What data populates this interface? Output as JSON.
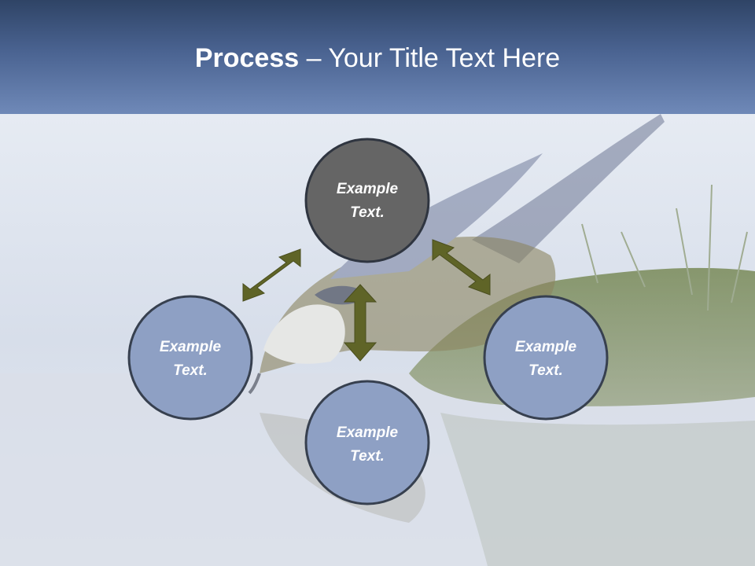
{
  "title": {
    "bold": "Process",
    "rest": " – Your Title Text Here"
  },
  "nodes": {
    "top": {
      "line1": "Example",
      "line2": "Text."
    },
    "left": {
      "line1": "Example",
      "line2": "Text."
    },
    "right": {
      "line1": "Example",
      "line2": "Text."
    },
    "bottom": {
      "line1": "Example",
      "line2": "Text."
    }
  },
  "colors": {
    "header_dark": "#2f4466",
    "header_light": "#6f89b8",
    "center_node": "#656565",
    "outer_node": "#8ea0c4",
    "node_border": "#37404f",
    "arrow": "#5f6427"
  }
}
